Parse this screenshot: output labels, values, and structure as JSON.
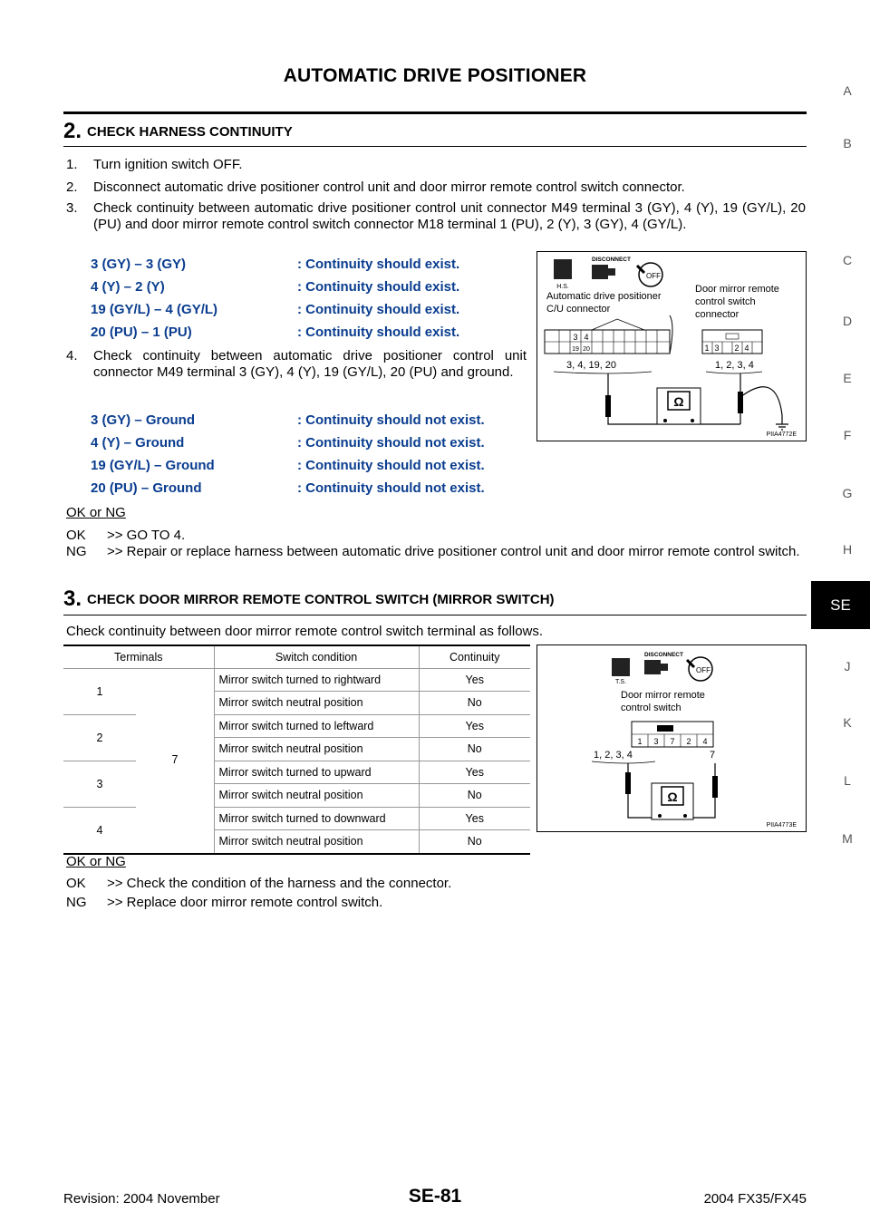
{
  "header": {
    "title": "AUTOMATIC DRIVE POSITIONER"
  },
  "side_index": {
    "letters": [
      "A",
      "B",
      "C",
      "D",
      "E",
      "F",
      "G",
      "H",
      "J",
      "K",
      "L",
      "M"
    ],
    "active": "SE"
  },
  "step2": {
    "number": "2.",
    "title": "CHECK HARNESS CONTINUITY",
    "items": [
      "Turn ignition switch OFF.",
      "Disconnect automatic drive positioner control unit and door mirror remote control switch connector.",
      "Check continuity between automatic drive positioner control unit connector M49 terminal 3 (GY), 4 (Y), 19 (GY/L), 20 (PU) and door mirror remote control switch connector M18 terminal 1 (PU), 2 (Y), 3 (GY), 4 (GY/L).",
      "Check continuity between automatic drive positioner control unit connector M49 terminal 3 (GY), 4 (Y), 19 (GY/L), 20 (PU) and ground."
    ],
    "item_numbers": [
      "1.",
      "2.",
      "3.",
      "4."
    ],
    "spec1": [
      {
        "a": "3 (GY) – 3 (GY)",
        "b": ": Continuity should exist."
      },
      {
        "a": "4 (Y) – 2 (Y)",
        "b": ": Continuity should exist."
      },
      {
        "a": "19 (GY/L) – 4 (GY/L)",
        "b": ": Continuity should exist."
      },
      {
        "a": "20 (PU) – 1 (PU)",
        "b": ": Continuity should exist."
      }
    ],
    "spec2": [
      {
        "a": "3 (GY) – Ground",
        "b": ": Continuity should not exist."
      },
      {
        "a": "4 (Y) – Ground",
        "b": ": Continuity should not exist."
      },
      {
        "a": "19 (GY/L) – Ground",
        "b": ": Continuity should not exist."
      },
      {
        "a": "20 (PU) – Ground",
        "b": ": Continuity should not exist."
      }
    ],
    "okng": "OK or NG",
    "results": [
      {
        "k": "OK",
        "v": ">> GO TO 4."
      },
      {
        "k": "NG",
        "v": ">> Repair or replace harness between automatic drive positioner control unit and door mirror remote control switch."
      }
    ],
    "figure": {
      "disconnect": "DISCONNECT",
      "hs": "H.S.",
      "off": "OFF",
      "left_label_1": "Automatic drive positioner",
      "left_label_2": "C/U connector",
      "right_label_1": "Door mirror remote",
      "right_label_2": "control switch",
      "right_label_3": "connector",
      "left_pins_top": [
        "3",
        "4"
      ],
      "left_pins_bottom": [
        "19",
        "20"
      ],
      "left_terms": "3, 4, 19, 20",
      "right_pins": [
        "1",
        "3",
        "2",
        "4"
      ],
      "right_terms": "1, 2, 3, 4",
      "ohm": "Ω",
      "code": "PIIA4772E"
    }
  },
  "step3": {
    "number": "3.",
    "title": "CHECK DOOR MIRROR REMOTE CONTROL SWITCH (MIRROR SWITCH)",
    "intro": "Check continuity between door mirror remote control switch terminal as follows.",
    "table": {
      "headers": [
        "Terminals",
        "Switch condition",
        "Continuity"
      ],
      "common_terminal": "7",
      "groups": [
        {
          "terminal": "1",
          "rows": [
            {
              "cond": "Mirror switch turned to rightward",
              "cont": "Yes"
            },
            {
              "cond": "Mirror switch neutral position",
              "cont": "No"
            }
          ]
        },
        {
          "terminal": "2",
          "rows": [
            {
              "cond": "Mirror switch turned to leftward",
              "cont": "Yes"
            },
            {
              "cond": "Mirror switch neutral position",
              "cont": "No"
            }
          ]
        },
        {
          "terminal": "3",
          "rows": [
            {
              "cond": "Mirror switch turned to upward",
              "cont": "Yes"
            },
            {
              "cond": "Mirror switch neutral position",
              "cont": "No"
            }
          ]
        },
        {
          "terminal": "4",
          "rows": [
            {
              "cond": "Mirror switch turned to downward",
              "cont": "Yes"
            },
            {
              "cond": "Mirror switch neutral position",
              "cont": "No"
            }
          ]
        }
      ]
    },
    "figure": {
      "disconnect": "DISCONNECT",
      "ts": "T.S.",
      "off": "OFF",
      "label_1": "Door mirror remote",
      "label_2": "control switch",
      "pins": [
        "1",
        "3",
        "7",
        "2",
        "4"
      ],
      "terms_left": "1, 2, 3, 4",
      "terms_right": "7",
      "ohm": "Ω",
      "code": "PIIA4773E"
    },
    "okng": "OK or NG",
    "results": [
      {
        "k": "OK",
        "v": ">> Check the condition of the harness and the connector."
      },
      {
        "k": "NG",
        "v": ">> Replace door mirror remote control switch."
      }
    ]
  },
  "footer": {
    "revision": "Revision: 2004 November",
    "page": "SE-81",
    "model": "2004 FX35/FX45"
  }
}
